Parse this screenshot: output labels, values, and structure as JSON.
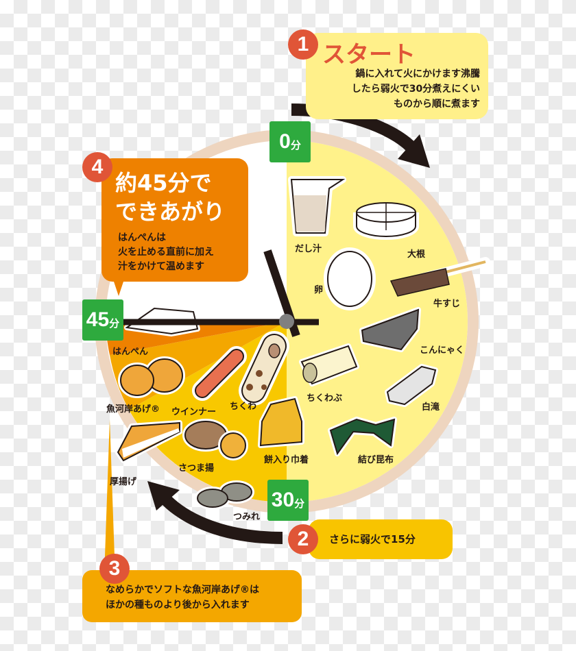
{
  "steps": [
    {
      "number": "1",
      "title": "スタート",
      "lines": [
        "鍋に入れて火にかけます沸騰",
        "したら弱火で30分煮えにくい",
        "ものから順に煮ます"
      ],
      "bg_color": "#FFF08A"
    },
    {
      "number": "2",
      "text": "さらに弱火で15分",
      "bg_color": "#F8C400"
    },
    {
      "number": "3",
      "lines": [
        "なめらかでソフトな魚河岸あげ®は",
        "ほかの種ものより後から入れます"
      ],
      "bg_color": "#F4A700"
    },
    {
      "number": "4",
      "title_lines": [
        "約45分で",
        "できあがり"
      ],
      "lines": [
        "はんぺんは",
        "火を止める直前に加え",
        "汁をかけて温めます"
      ],
      "bg_color": "#EE8100"
    }
  ],
  "time_markers": [
    {
      "value": "0",
      "unit": "分"
    },
    {
      "value": "30",
      "unit": "分"
    },
    {
      "value": "45",
      "unit": "分"
    }
  ],
  "ingredients": {
    "first_30min": [
      "だし汁",
      "大根",
      "卵",
      "牛すじ",
      "こんにゃく",
      "ちくわぶ",
      "白滝",
      "結び昆布",
      "餅入り巾着"
    ],
    "next_15min": [
      "ちくわ",
      "ウインナー",
      "さつま揚",
      "つみれ",
      "厚揚げ",
      "魚河岸あげ®"
    ],
    "last": [
      "はんぺん"
    ]
  },
  "labels": {
    "dashi": "だし汁",
    "daikon": "大根",
    "egg": "卵",
    "gyusuji": "牛すじ",
    "konnyaku": "こんにゃく",
    "chikuwabu": "ちくわぶ",
    "shirataki": "白滝",
    "konbu": "結び昆布",
    "kinchaku": "餅入り巾着",
    "chikuwa": "ちくわ",
    "wiener": "ウインナー",
    "satsumaage": "さつま揚",
    "tsumire": "つみれ",
    "atsuage": "厚揚げ",
    "uogashiage": "魚河岸あげ®",
    "hanpen": "はんぺん"
  },
  "colors": {
    "ring": "#EED5BF",
    "yellow_half": "#FFF28A",
    "wedge_dark_orange": "#EE8100",
    "wedge_mid_orange": "#F4A700",
    "wedge_yellow_orange": "#F8C800",
    "marker_green": "#2EAA3E",
    "number_red": "#E05537",
    "hands": "#231815",
    "hub": "#808080"
  }
}
